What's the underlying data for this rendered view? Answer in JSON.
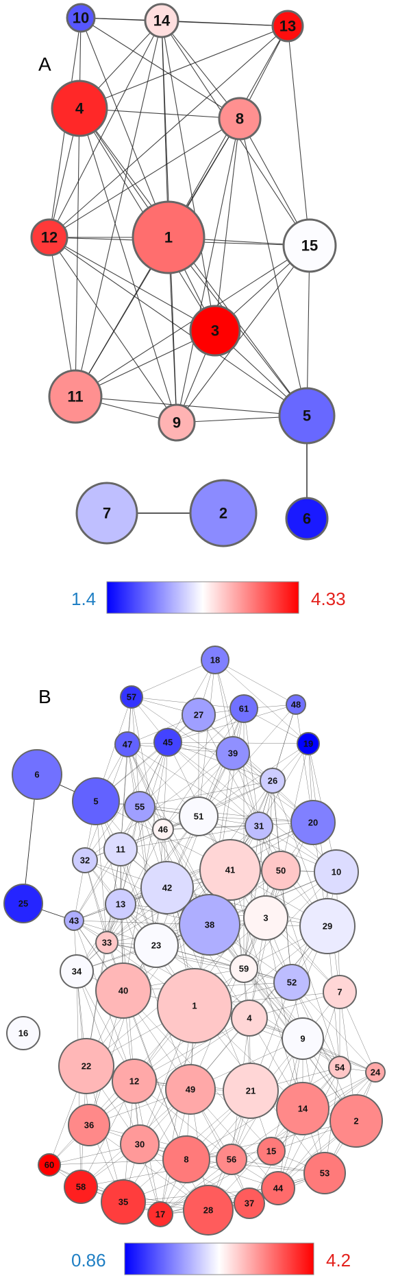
{
  "panelA": {
    "label": "A",
    "scale": {
      "min_label": "1.4",
      "max_label": "4.33",
      "min": 1.4,
      "max": 4.33,
      "colors": [
        "#0000ff",
        "#ffffff",
        "#ff0000"
      ]
    },
    "nodes": [
      {
        "id": "1",
        "value": 3.7
      },
      {
        "id": "2",
        "value": 2.2
      },
      {
        "id": "3",
        "value": 4.33
      },
      {
        "id": "4",
        "value": 4.1
      },
      {
        "id": "5",
        "value": 2.0
      },
      {
        "id": "6",
        "value": 1.55
      },
      {
        "id": "7",
        "value": 2.5
      },
      {
        "id": "8",
        "value": 3.5
      },
      {
        "id": "9",
        "value": 3.3
      },
      {
        "id": "10",
        "value": 1.9
      },
      {
        "id": "11",
        "value": 3.5
      },
      {
        "id": "12",
        "value": 4.0
      },
      {
        "id": "13",
        "value": 4.25
      },
      {
        "id": "14",
        "value": 3.05
      },
      {
        "id": "15",
        "value": 2.85
      }
    ],
    "edges": [
      [
        "7",
        "2"
      ],
      [
        "5",
        "6"
      ]
    ]
  },
  "panelB": {
    "label": "B",
    "scale": {
      "min_label": "0.86",
      "max_label": "4.2",
      "min": 0.86,
      "max": 4.2,
      "colors": [
        "#0000ff",
        "#ffffff",
        "#ff0000"
      ]
    },
    "nodes": [
      {
        "id": "18",
        "value": 1.7
      },
      {
        "id": "57",
        "value": 1.2
      },
      {
        "id": "27",
        "value": 1.9
      },
      {
        "id": "61",
        "value": 1.6
      },
      {
        "id": "48",
        "value": 1.6
      },
      {
        "id": "47",
        "value": 1.5
      },
      {
        "id": "45",
        "value": 1.3
      },
      {
        "id": "39",
        "value": 1.8
      },
      {
        "id": "19",
        "value": 0.86
      },
      {
        "id": "26",
        "value": 2.2
      },
      {
        "id": "6",
        "value": 1.6
      },
      {
        "id": "5",
        "value": 1.5
      },
      {
        "id": "55",
        "value": 1.9
      },
      {
        "id": "51",
        "value": 2.5
      },
      {
        "id": "31",
        "value": 2.1
      },
      {
        "id": "20",
        "value": 1.7
      },
      {
        "id": "46",
        "value": 2.6
      },
      {
        "id": "11",
        "value": 2.3
      },
      {
        "id": "32",
        "value": 2.2
      },
      {
        "id": "41",
        "value": 2.8
      },
      {
        "id": "50",
        "value": 2.9
      },
      {
        "id": "10",
        "value": 2.3
      },
      {
        "id": "42",
        "value": 2.3
      },
      {
        "id": "25",
        "value": 1.1
      },
      {
        "id": "13",
        "value": 2.2
      },
      {
        "id": "43",
        "value": 2.0
      },
      {
        "id": "38",
        "value": 2.0
      },
      {
        "id": "3",
        "value": 2.6
      },
      {
        "id": "29",
        "value": 2.4
      },
      {
        "id": "33",
        "value": 2.9
      },
      {
        "id": "23",
        "value": 2.5
      },
      {
        "id": "34",
        "value": 2.5
      },
      {
        "id": "59",
        "value": 2.6
      },
      {
        "id": "52",
        "value": 2.1
      },
      {
        "id": "7",
        "value": 2.8
      },
      {
        "id": "40",
        "value": 3.0
      },
      {
        "id": "1",
        "value": 2.9
      },
      {
        "id": "4",
        "value": 2.8
      },
      {
        "id": "9",
        "value": 2.5
      },
      {
        "id": "16",
        "value": 2.5
      },
      {
        "id": "22",
        "value": 3.0
      },
      {
        "id": "54",
        "value": 2.9
      },
      {
        "id": "24",
        "value": 3.1
      },
      {
        "id": "12",
        "value": 3.1
      },
      {
        "id": "49",
        "value": 3.1
      },
      {
        "id": "21",
        "value": 2.8
      },
      {
        "id": "14",
        "value": 3.3
      },
      {
        "id": "2",
        "value": 3.3
      },
      {
        "id": "36",
        "value": 3.3
      },
      {
        "id": "30",
        "value": 3.2
      },
      {
        "id": "8",
        "value": 3.4
      },
      {
        "id": "56",
        "value": 3.3
      },
      {
        "id": "15",
        "value": 3.4
      },
      {
        "id": "53",
        "value": 3.4
      },
      {
        "id": "60",
        "value": 4.2
      },
      {
        "id": "58",
        "value": 4.0
      },
      {
        "id": "35",
        "value": 3.8
      },
      {
        "id": "17",
        "value": 3.9
      },
      {
        "id": "28",
        "value": 3.6
      },
      {
        "id": "37",
        "value": 3.6
      },
      {
        "id": "44",
        "value": 3.5
      }
    ],
    "edges": [
      [
        "6",
        "5"
      ],
      [
        "6",
        "25"
      ],
      [
        "25",
        "43"
      ]
    ]
  }
}
